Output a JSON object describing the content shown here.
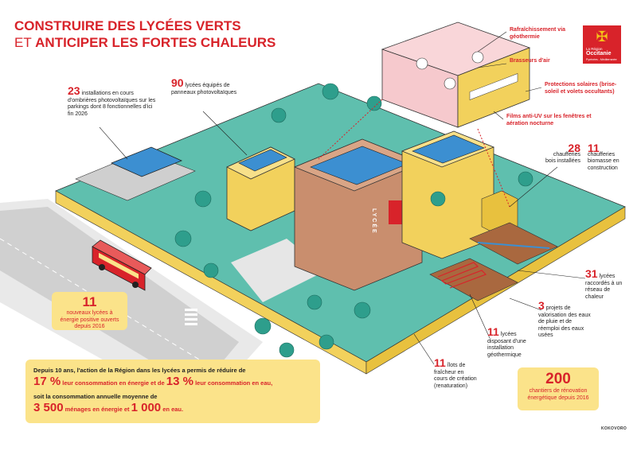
{
  "title": {
    "line1": "CONSTRUIRE DES LYCÉES VERTS",
    "line2_prefix": "ET ",
    "line2_rest": "ANTICIPER LES FORTES CHALEURS"
  },
  "logo": {
    "line1": "La Région",
    "line2": "Occitanie",
    "line3": "Pyrénées - Méditerranée"
  },
  "classroom_labels": {
    "geothermie": "Rafraîchissement via géothermie",
    "brasseurs": "Brasseurs d'air",
    "protections": "Protections solaires (brise-soleil et volets occultants)",
    "films": "Films anti-UV sur les fenêtres et aération nocturne"
  },
  "stats": {
    "ombrieres": {
      "num": "23",
      "text": "installations en cours d'ombrières photovoltaïques sur les parkings dont 8 fonctionnelles d'ici fin 2026"
    },
    "panneaux": {
      "num": "90",
      "text": "lycées équipés de panneaux photovoltaïques"
    },
    "bois": {
      "num": "28",
      "text": "chaufferies bois installées"
    },
    "biomasse": {
      "num": "11",
      "text": "chaufferies biomasse en construction"
    },
    "reseau": {
      "num": "31",
      "text": "lycées raccordés à un réseau de chaleur"
    },
    "eaux": {
      "num": "3",
      "text": "projets de valorisation des eaux de pluie et de réemploi des eaux usées"
    },
    "geothermique": {
      "num": "11",
      "text": "lycées disposant d'une installation géothermique"
    },
    "ilots": {
      "num": "11",
      "text": "îlots de fraîcheur en cours de création (renaturation)"
    },
    "positive": {
      "num": "11",
      "text": "nouveaux lycées à énergie positive ouverts depuis 2016"
    },
    "chantiers": {
      "num": "200",
      "text": "chantiers de rénovation énergétique depuis 2016"
    }
  },
  "summary": {
    "intro": "Depuis 10 ans, l'action de la Région dans les lycées a permis de réduire de",
    "p1": "17 %",
    "t1": "leur consommation en énergie et de",
    "p2": "13 %",
    "t2": "leur consommation en eau,",
    "line3": "soit la consommation annuelle moyenne de",
    "n1": "3 500",
    "t3": "ménages en énergie et",
    "n2": "1 000",
    "t4": "en eau."
  },
  "building_sign": "LYCÉE",
  "credit": "KOKOVORO",
  "colors": {
    "red": "#d8232a",
    "yellow": "#fbe38a",
    "teal": "#5fbfae",
    "brick": "#c98e6e",
    "facade": "#f2d15c"
  }
}
